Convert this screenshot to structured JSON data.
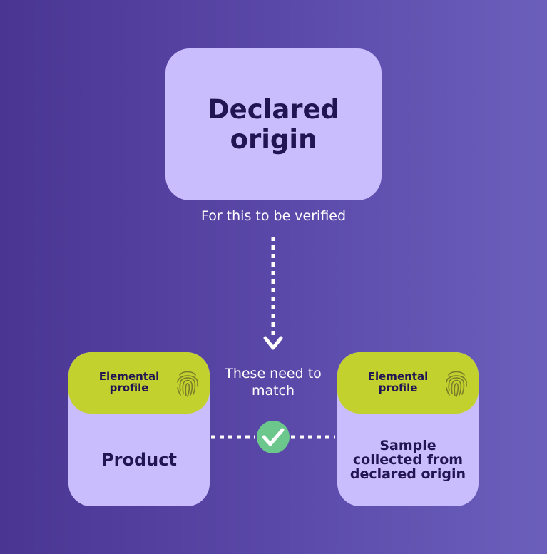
{
  "declared_origin": {
    "title": "Declared origin"
  },
  "verify_caption": "For this to be verified",
  "match_caption": "These need to match",
  "product_card": {
    "profile_label": "Elemental profile",
    "body": "Product"
  },
  "sample_card": {
    "profile_label": "Elemental profile",
    "body": "Sample collected from declared origin"
  },
  "icons": {
    "fingerprint": "fingerprint-icon",
    "match": "check-circle-icon",
    "arrow": "arrow-down-icon"
  },
  "colors": {
    "background_start": "#4a3592",
    "background_end": "#6b5fbc",
    "card": "#cabdfd",
    "profile_band": "#c2d12d",
    "text_dark": "#221553",
    "check_circle": "#6bc78c"
  }
}
